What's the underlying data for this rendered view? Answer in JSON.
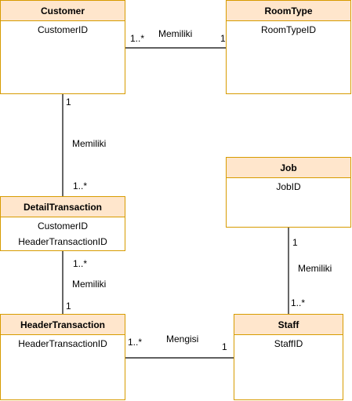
{
  "entities": {
    "customer": {
      "title": "Customer",
      "attrs": [
        "CustomerID"
      ]
    },
    "roomtype": {
      "title": "RoomType",
      "attrs": [
        "RoomTypeID"
      ]
    },
    "detail": {
      "title": "DetailTransaction",
      "attrs": [
        "CustomerID",
        "HeaderTransactionID"
      ]
    },
    "job": {
      "title": "Job",
      "attrs": [
        "JobID"
      ]
    },
    "header": {
      "title": "HeaderTransaction",
      "attrs": [
        "HeaderTransactionID"
      ]
    },
    "staff": {
      "title": "Staff",
      "attrs": [
        "StaffID"
      ]
    }
  },
  "relations": {
    "customer_roomtype": {
      "label": "Memiliki",
      "from_card": "1..*",
      "to_card": "1"
    },
    "customer_detail": {
      "label": "Memiliki",
      "from_card": "1",
      "to_card": "1..*"
    },
    "detail_header": {
      "label": "Memiliki",
      "from_card": "1..*",
      "to_card": "1"
    },
    "job_staff": {
      "label": "Memiliki",
      "from_card": "1",
      "to_card": "1..*"
    },
    "header_staff": {
      "label": "Mengisi",
      "from_card": "1..*",
      "to_card": "1"
    }
  }
}
